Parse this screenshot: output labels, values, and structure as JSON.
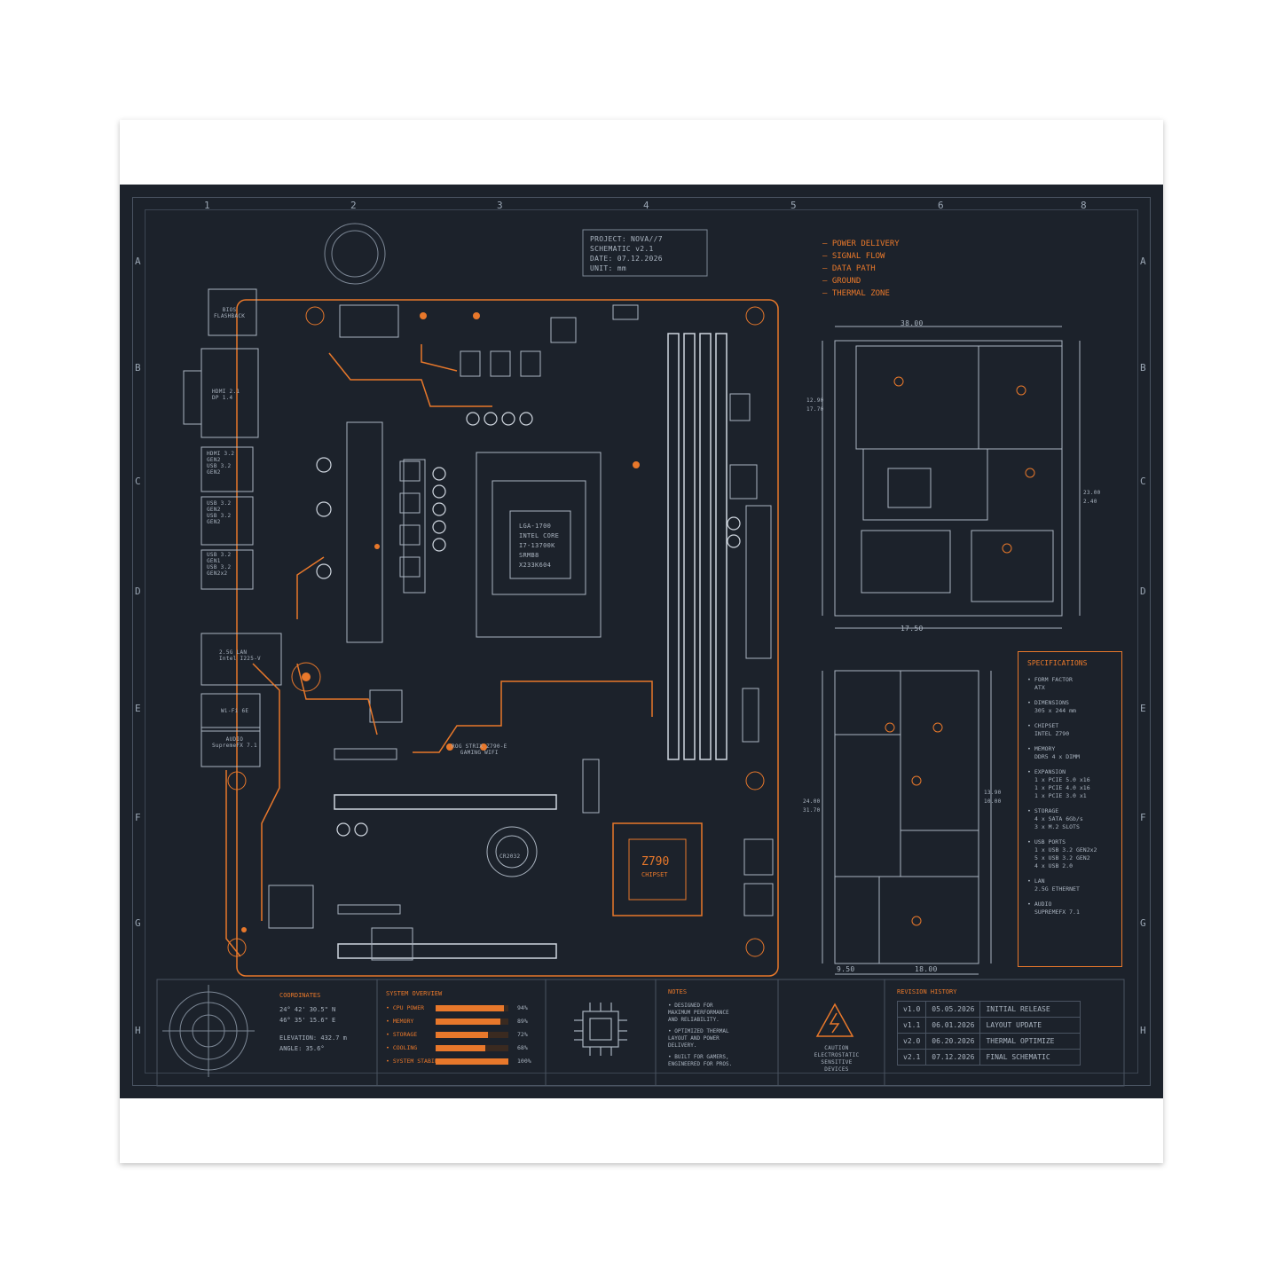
{
  "grid": {
    "columns": [
      "1",
      "2",
      "3",
      "4",
      "5",
      "6",
      "8"
    ],
    "rows": [
      "A",
      "B",
      "C",
      "D",
      "E",
      "F",
      "G",
      "H"
    ]
  },
  "project_box": {
    "line1": "PROJECT: NOVA//7",
    "line2": "SCHEMATIC v2.1",
    "line3": "DATE: 07.12.2026",
    "line4": "UNIT: mm"
  },
  "legend": [
    "POWER DELIVERY",
    "SIGNAL FLOW",
    "DATA PATH",
    "GROUND",
    "THERMAL ZONE"
  ],
  "io_labels": {
    "bios": "BIOS\nFLASHBACK",
    "hdmi": "HDMI 2.1\nDP 1.4",
    "usb1": "HDMI 3.2\nGEN2\nUSB 3.2\nGEN2",
    "usb2": "USB 3.2\nGEN2\nUSB 3.2\nGEN2",
    "usb3": "USB 3.2\nGEN1\nUSB 3.2\nGEN2x2",
    "lan": "2.5G LAN\nIntel I225-V",
    "wifi": "Wi-Fi 6E",
    "audio": "AUDIO\nSupremeFX 7.1"
  },
  "cpu": {
    "l1": "LGA-1700",
    "l2": "INTEL CORE",
    "l3": "I7-13700K",
    "l4": "SRMB8",
    "l5": "X233K604"
  },
  "chipset": {
    "name": "Z790",
    "sub": "CHIPSET"
  },
  "board_name": "ROG STRIX Z790-E\nGAMING WIFI",
  "battery": "CR2032",
  "dims_top": {
    "width": "38.00",
    "left1": "12.90",
    "left2": "17.70",
    "right1": "23.00",
    "right2": "2.40",
    "bottom": "17.50"
  },
  "dims_bottom": {
    "left1": "24.00",
    "left2": "31.70",
    "right1": "13.90",
    "right2": "10.00",
    "b1": "9.50",
    "b2": "18.00"
  },
  "specs": {
    "title": "SPECIFICATIONS",
    "items": [
      {
        "label": "FORM FACTOR",
        "values": [
          "ATX"
        ]
      },
      {
        "label": "DIMENSIONS",
        "values": [
          "305 x 244 mm"
        ]
      },
      {
        "label": "CHIPSET",
        "values": [
          "INTEL Z790"
        ]
      },
      {
        "label": "MEMORY",
        "values": [
          "DDR5 4 x DIMM"
        ]
      },
      {
        "label": "EXPANSION",
        "values": [
          "1 x PCIE 5.0 x16",
          "1 x PCIE 4.0 x16",
          "1 x PCIE 3.0 x1"
        ]
      },
      {
        "label": "STORAGE",
        "values": [
          "4 x SATA 6Gb/s",
          "3 x M.2 SLOTS"
        ]
      },
      {
        "label": "USB PORTS",
        "values": [
          "1 x USB 3.2 GEN2x2",
          "5 x USB 3.2 GEN2",
          "4 x USB 2.0"
        ]
      },
      {
        "label": "LAN",
        "values": [
          "2.5G ETHERNET"
        ]
      },
      {
        "label": "AUDIO",
        "values": [
          "SUPREMEFX 7.1"
        ]
      }
    ]
  },
  "coordinates": {
    "title": "COORDINATES",
    "lat": "24° 42' 30.5\" N",
    "lon": "46° 35' 15.6\" E",
    "elev": "ELEVATION: 432.7 m",
    "angle": "ANGLE: 35.6°"
  },
  "system_overview": {
    "title": "SYSTEM OVERVIEW",
    "rows": [
      {
        "label": "CPU POWER",
        "value": 0.94,
        "text": "94%"
      },
      {
        "label": "MEMORY",
        "value": 0.89,
        "text": "89%"
      },
      {
        "label": "STORAGE",
        "value": 0.72,
        "text": "72%"
      },
      {
        "label": "COOLING",
        "value": 0.68,
        "text": "68%"
      },
      {
        "label": "SYSTEM STABILITY",
        "value": 1.0,
        "text": "100%"
      }
    ]
  },
  "notes": {
    "title": "NOTES",
    "items": [
      "DESIGNED FOR\nMAXIMUM PERFORMANCE\nAND RELIABILITY.",
      "OPTIMIZED THERMAL\nLAYOUT AND POWER\nDELIVERY.",
      "BUILT FOR GAMERS,\nENGINEERED FOR PROS."
    ]
  },
  "caution": "CAUTION\nELECTROSTATIC\nSENSITIVE\nDEVICES",
  "revision": {
    "title": "REVISION HISTORY",
    "rows": [
      {
        "ver": "v1.0",
        "date": "05.05.2026",
        "desc": "INITIAL RELEASE"
      },
      {
        "ver": "v1.1",
        "date": "06.01.2026",
        "desc": "LAYOUT UPDATE"
      },
      {
        "ver": "v2.0",
        "date": "06.20.2026",
        "desc": "THERMAL OPTIMIZE"
      },
      {
        "ver": "v2.1",
        "date": "07.12.2026",
        "desc": "FINAL SCHEMATIC"
      }
    ]
  },
  "colors": {
    "accent": "#e8782b",
    "bg": "#1c222b",
    "line": "#aab4c0"
  }
}
